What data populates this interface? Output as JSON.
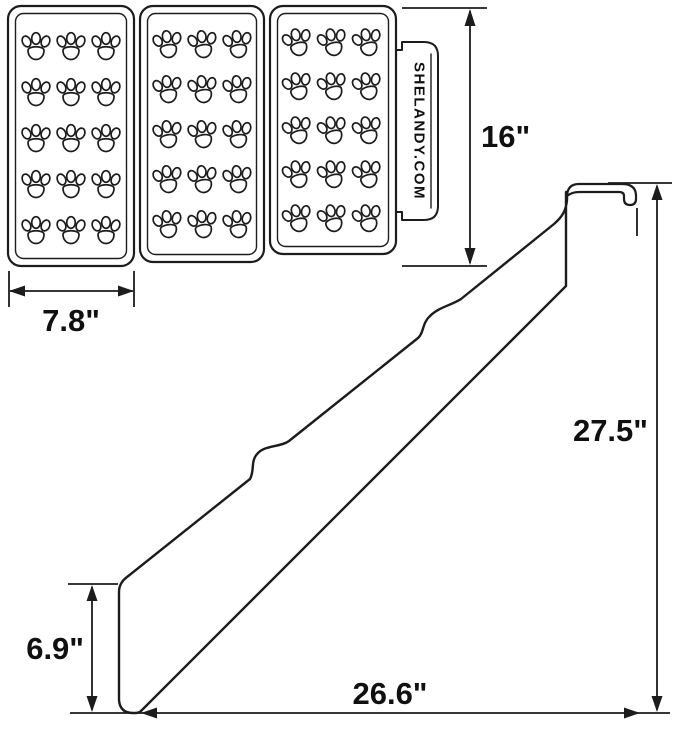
{
  "brand_plate": {
    "text": "SHELANDY.COM"
  },
  "dimensions": {
    "panel_width": "7.8\"",
    "tread_width": "16\"",
    "overall_height": "27.5\"",
    "overall_length": "26.6\"",
    "foot_height": "6.9\""
  },
  "top_view": {
    "panels": 3,
    "paw_grid": {
      "rows": 5,
      "cols": 3
    }
  },
  "icons": {
    "paw": "paw-print-icon",
    "arrow": "dimension-arrowhead"
  },
  "colors": {
    "line": "#1c1c1c",
    "text": "#101010",
    "background": "#ffffff"
  }
}
